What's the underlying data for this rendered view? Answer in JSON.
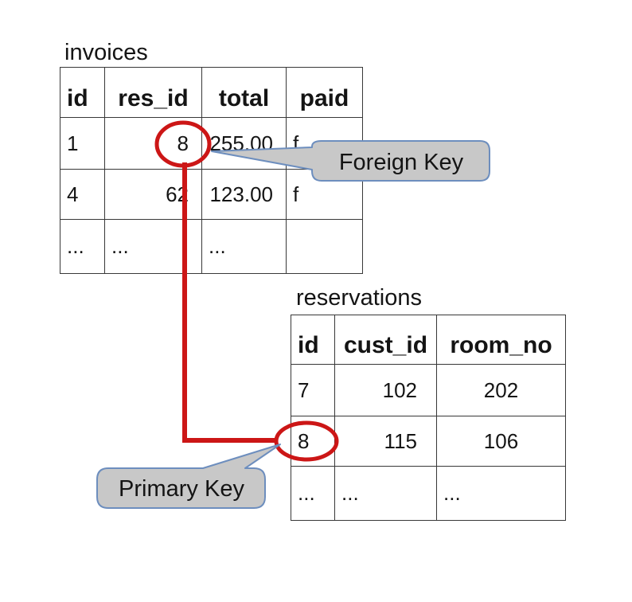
{
  "diagram": {
    "invoices": {
      "title": "invoices",
      "columns": [
        "id",
        "res_id",
        "total",
        "paid"
      ],
      "rows": [
        [
          "1",
          "8",
          "255.00",
          "f"
        ],
        [
          "4",
          "62",
          "123.00",
          "f"
        ],
        [
          "...",
          "...",
          "...",
          ""
        ]
      ]
    },
    "reservations": {
      "title": "reservations",
      "columns": [
        "id",
        "cust_id",
        "room_no"
      ],
      "rows": [
        [
          "7",
          "102",
          "202"
        ],
        [
          "8",
          "115",
          "106"
        ],
        [
          "...",
          "...",
          "..."
        ]
      ]
    },
    "callouts": {
      "foreign_key": "Foreign Key",
      "primary_key": "Primary Key"
    },
    "colors": {
      "highlight_red": "#cc1616",
      "callout_fill": "#c8c8c8",
      "callout_border": "#6d8ebe",
      "table_border": "#383838"
    }
  }
}
